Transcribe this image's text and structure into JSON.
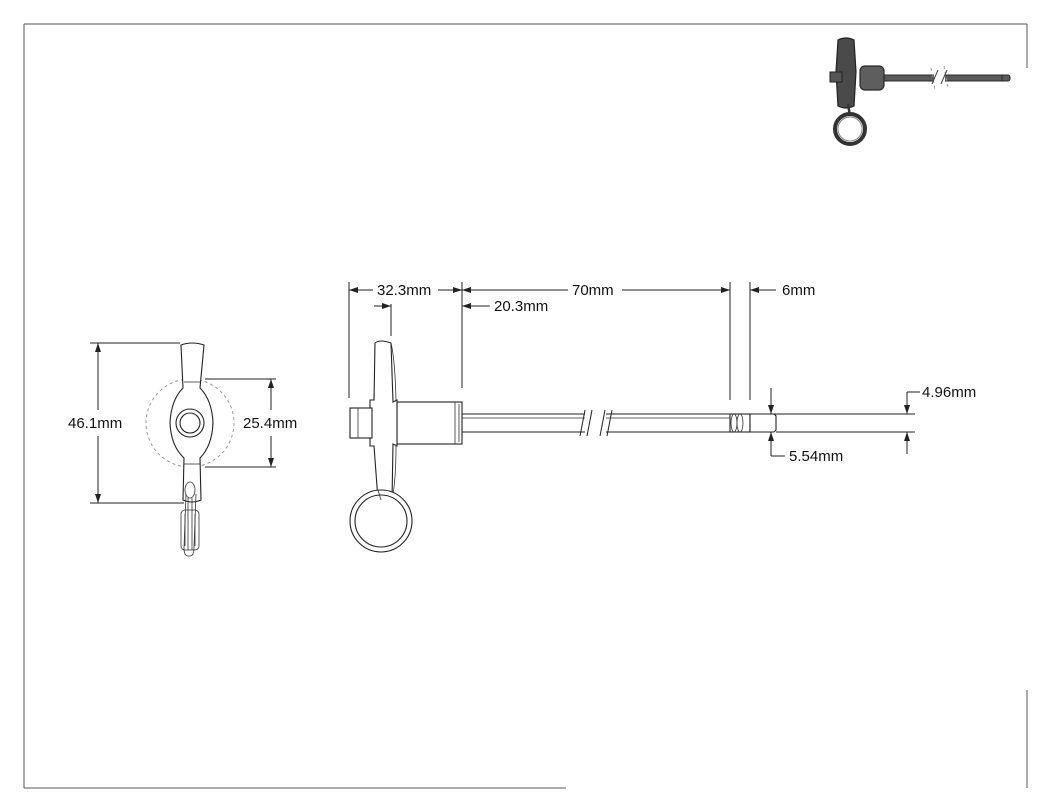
{
  "dimensions": {
    "height_total": "46.1mm",
    "handle_diameter": "25.4mm",
    "handle_length": "32.3mm",
    "grip_length": "20.3mm",
    "pin_length": "70mm",
    "tip_length": "6mm",
    "pin_diameter": "4.96mm",
    "ball_diameter": "5.54mm"
  },
  "colors": {
    "line": "#222222",
    "frame": "#555555",
    "iso_dark": "#3a3a3a",
    "iso_mid": "#6a6a6a"
  }
}
